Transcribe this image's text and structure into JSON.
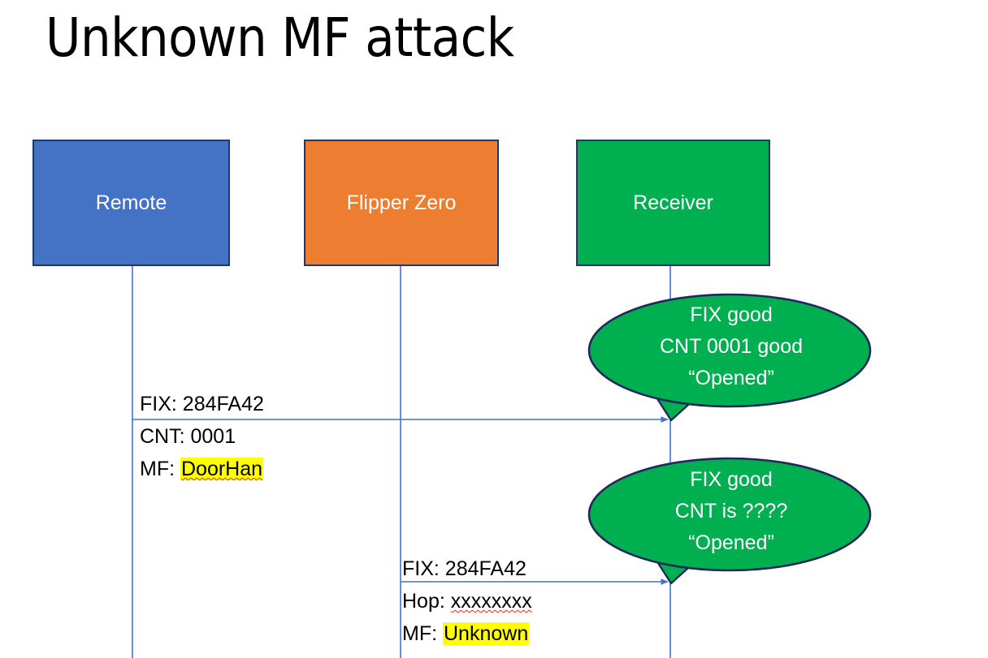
{
  "slide": {
    "title": "Unknown MF attack",
    "background_color": "#FFFFFF"
  },
  "colors": {
    "remote_blue": "#4472C4",
    "flipper_orange": "#ED7D31",
    "receiver_green": "#00B050",
    "box_border": "#1F3864",
    "lifeline": "#4472C4",
    "arrow": "#4472C4",
    "bubble_fill": "#00B050",
    "bubble_outline": "#1F2A5A",
    "highlight_yellow": "#FFFF00",
    "spellcheck_red": "#E03020",
    "text_dark": "#000000",
    "text_light": "#FFFFFF"
  },
  "actors": [
    {
      "id": "remote",
      "label": "Remote",
      "color": "#4472C4"
    },
    {
      "id": "flipper",
      "label": "Flipper Zero",
      "color": "#ED7D31"
    },
    {
      "id": "receiver",
      "label": "Receiver",
      "color": "#00B050"
    }
  ],
  "messages": [
    {
      "id": "msg-remote-to-receiver",
      "from": "remote",
      "to": "receiver",
      "lines": [
        {
          "prefix": "FIX: ",
          "value": "284FA42",
          "highlight": false,
          "spellcheck": false
        },
        {
          "prefix": "CNT: ",
          "value": "0001",
          "highlight": false,
          "spellcheck": false
        },
        {
          "prefix": "MF: ",
          "value": "DoorHan",
          "highlight": true,
          "spellcheck": true
        }
      ]
    },
    {
      "id": "msg-flipper-to-receiver",
      "from": "flipper",
      "to": "receiver",
      "lines": [
        {
          "prefix": "FIX: ",
          "value": "284FA42",
          "highlight": false,
          "spellcheck": false
        },
        {
          "prefix": "Hop: ",
          "value": "xxxxxxxx",
          "highlight": false,
          "spellcheck": true
        },
        {
          "prefix": "MF: ",
          "value": "Unknown",
          "highlight": true,
          "spellcheck": false
        }
      ]
    }
  ],
  "bubbles": [
    {
      "id": "bubble-first-response",
      "owner": "receiver",
      "lines": [
        "FIX good",
        "CNT 0001 good",
        "“Opened”"
      ]
    },
    {
      "id": "bubble-second-response",
      "owner": "receiver",
      "lines": [
        "FIX good",
        "CNT is ????",
        "“Opened”"
      ]
    }
  ]
}
